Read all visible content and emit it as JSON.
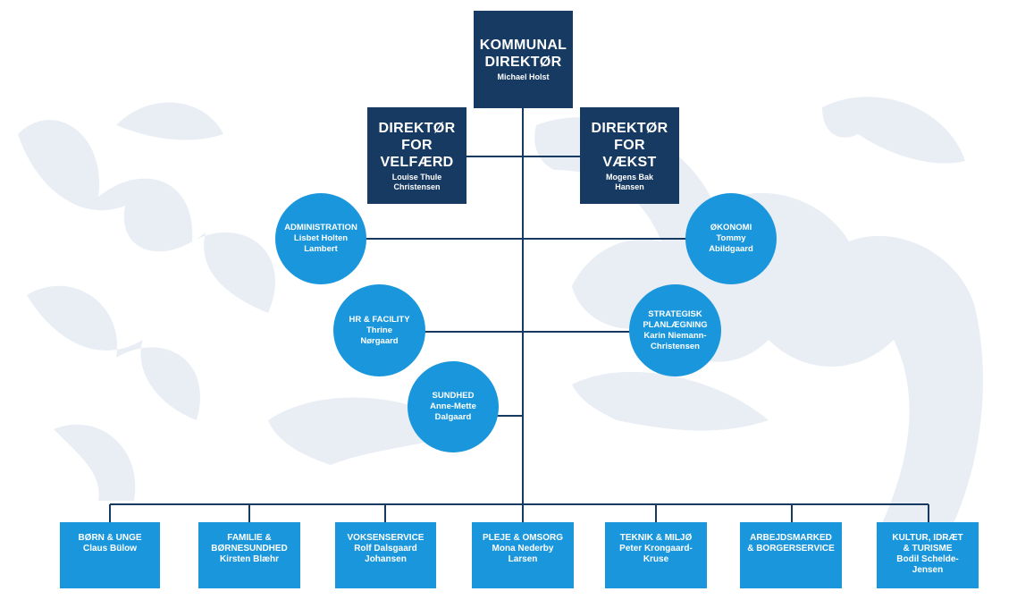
{
  "colors": {
    "director_box": "#173a62",
    "unit_fill": "#1a97dc",
    "connector_line": "#173a62",
    "background_emblem": "#e9eef5"
  },
  "ceo": {
    "title": "KOMMUNAL\nDIREKTØR",
    "name": "Michael Holst"
  },
  "director_welfare": {
    "title": "DIREKTØR\nFOR\nVELFÆRD",
    "name": "Louise Thule\nChristensen"
  },
  "director_growth": {
    "title": "DIREKTØR\nFOR\nVÆKST",
    "name": "Mogens Bak\nHansen"
  },
  "staff": {
    "administration": "ADMINISTRATION\nLisbet Holten\nLambert",
    "economy": "ØKONOMI\nTommy\nAbildgaard",
    "hr_facility": "HR & FACILITY\nThrine\nNørgaard",
    "strategic_planning": "STRATEGISK\nPLANLÆGNING\nKarin Niemann-\nChristensen",
    "health": "SUNDHED\nAnne-Mette\nDalgaard"
  },
  "units": [
    {
      "label": "BØRN & UNGE\nClaus Bülow"
    },
    {
      "label": "FAMILIE &\nBØRNESUNDHED\nKirsten Blæhr"
    },
    {
      "label": "VOKSENSERVICE\nRolf Dalsgaard\nJohansen"
    },
    {
      "label": "PLEJE & OMSORG\nMona Nederby\nLarsen"
    },
    {
      "label": "TEKNIK & MILJØ\nPeter Krongaard-\nKruse"
    },
    {
      "label": "ARBEJDSMARKED\n& BORGERSERVICE"
    },
    {
      "label": "KULTUR, IDRÆT\n& TURISME\nBodil Schelde-\nJensen"
    }
  ]
}
